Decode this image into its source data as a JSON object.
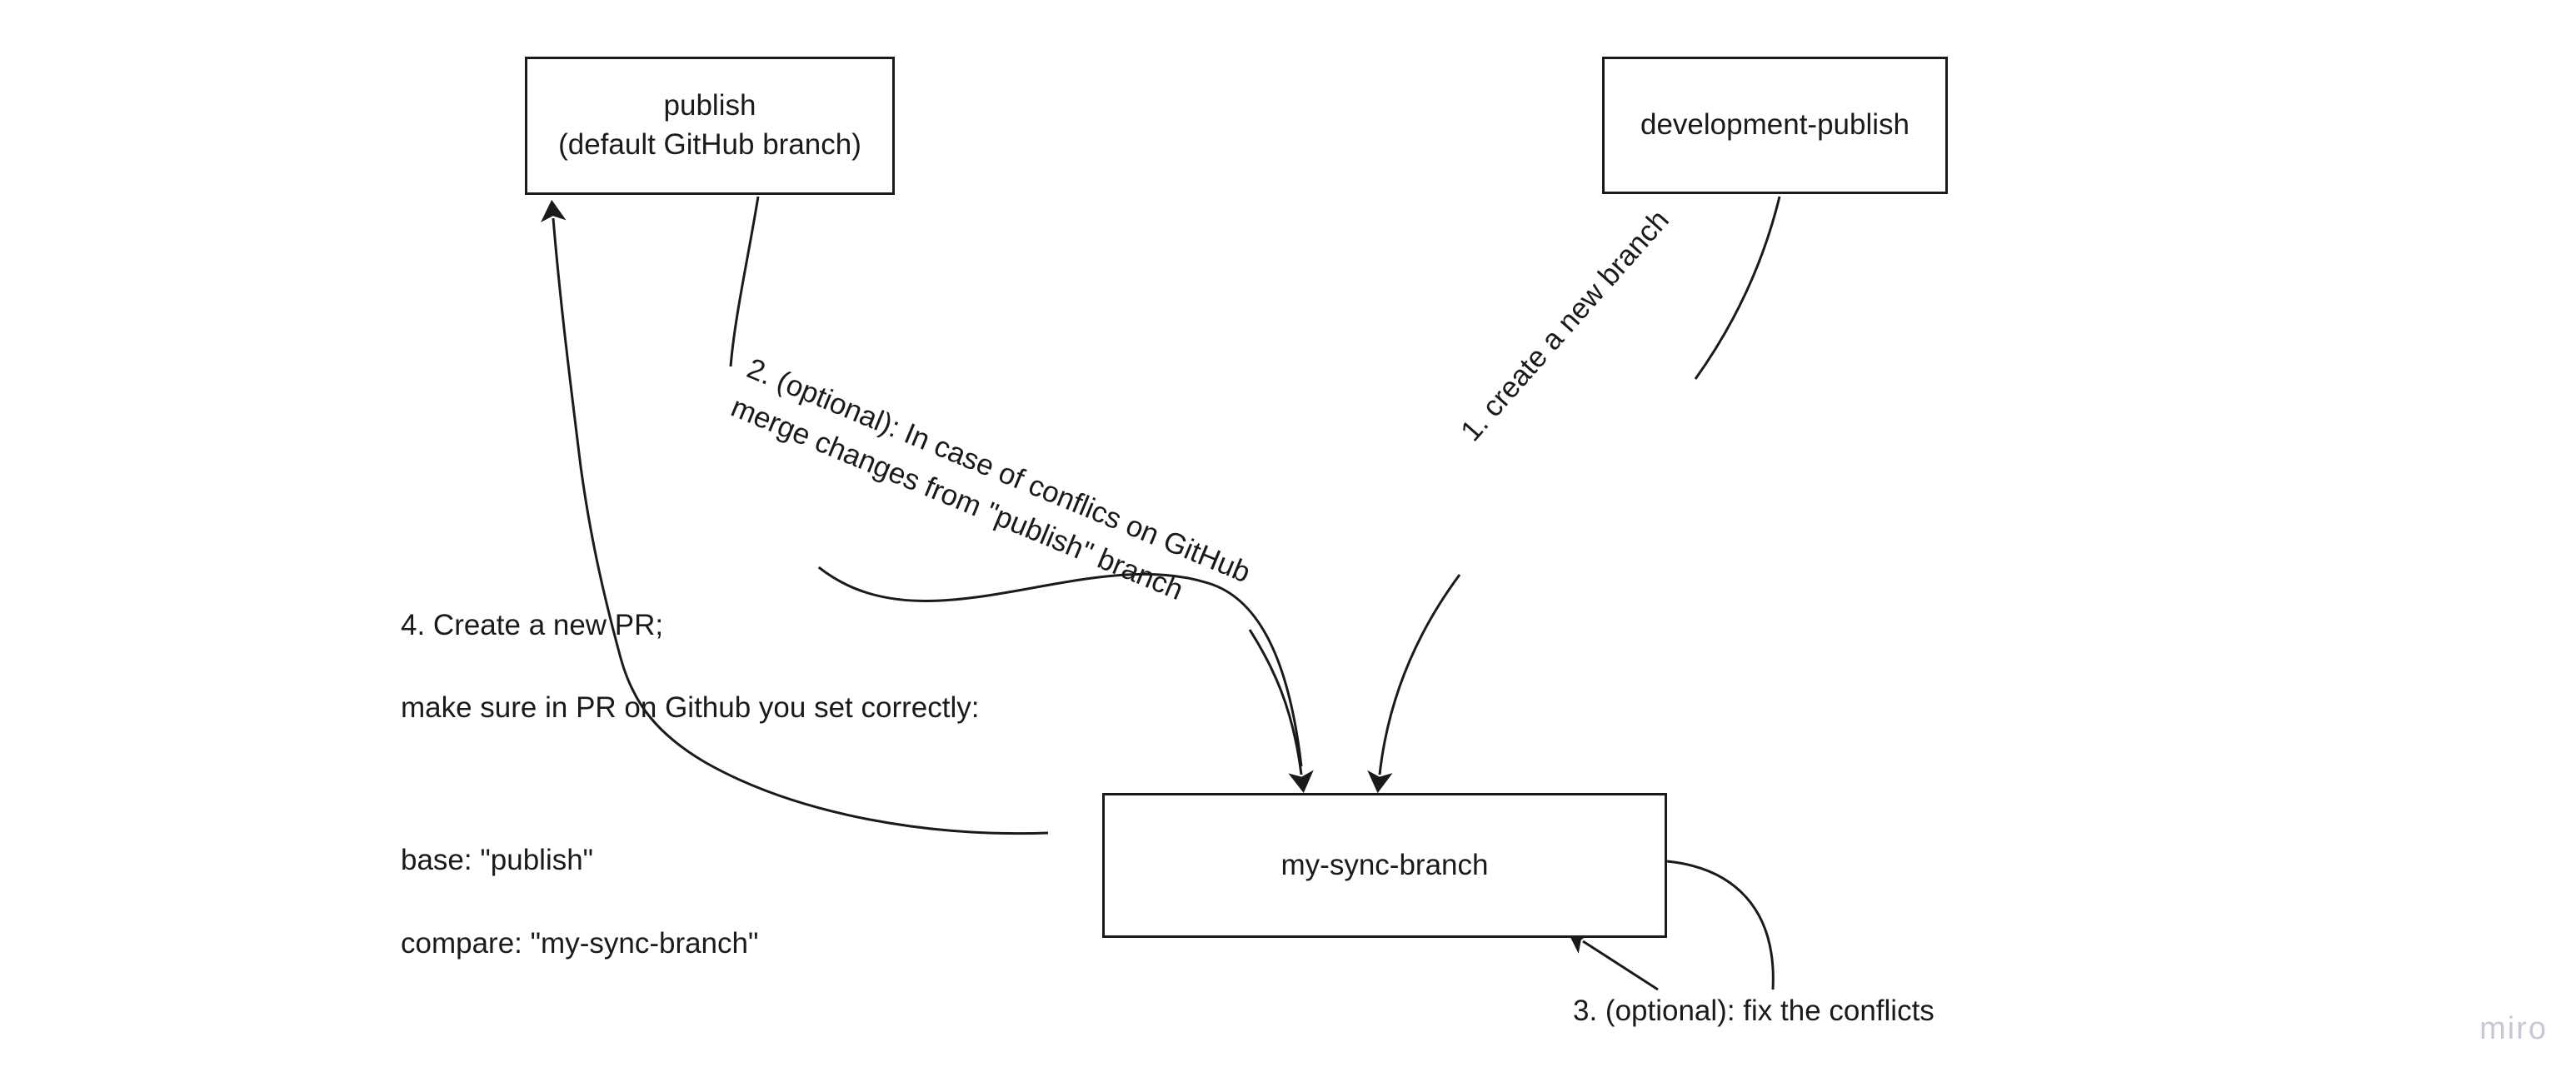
{
  "diagram": {
    "title": "git branch sync workflow",
    "background_color": "#ffffff",
    "stroke_color": "#1a1a1a",
    "nodes": [
      {
        "id": "publish",
        "label": "publish\n(default GitHub branch)"
      },
      {
        "id": "development-publish",
        "label": "development-publish"
      },
      {
        "id": "my-sync-branch",
        "label": "my-sync-branch"
      }
    ],
    "edge_labels": {
      "step1": "1. create a new branch",
      "step2": "2. (optional): In case of conflics on GitHub\nmerge changes from \"publish\" branch",
      "step3": "3. (optional): fix the conflicts",
      "step4_line1": "4. Create a new PR;",
      "step4_line2": "make sure in PR on Github you set correctly:",
      "step4_line3": "base: \"publish\"",
      "step4_line4": "compare: \"my-sync-branch\""
    },
    "edges": [
      {
        "id": "edge-development-publish-to-my-sync-branch",
        "from": "development-publish",
        "to": "my-sync-branch",
        "label_key": "step1"
      },
      {
        "id": "edge-publish-to-my-sync-branch",
        "from": "publish",
        "to": "my-sync-branch",
        "label_key": "step2"
      },
      {
        "id": "edge-my-sync-branch-self-loop",
        "from": "my-sync-branch",
        "to": "my-sync-branch",
        "label_key": "step3"
      },
      {
        "id": "edge-my-sync-branch-to-publish",
        "from": "my-sync-branch",
        "to": "publish",
        "label_key": "step4"
      }
    ]
  },
  "watermark": {
    "text": "miro",
    "color": "#c7c8d6"
  }
}
